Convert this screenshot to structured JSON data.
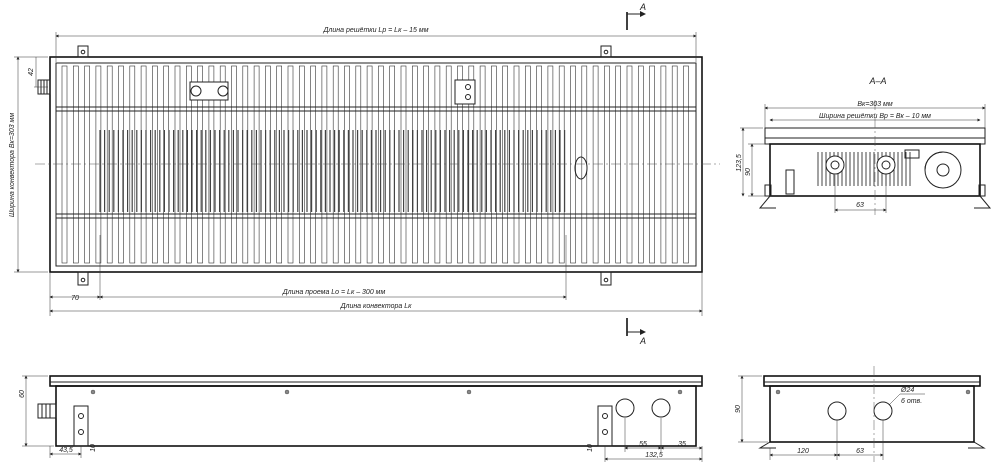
{
  "section_mark": "A",
  "section_title": "A–A",
  "plan": {
    "dim_grille_length": "Длина решётки Lр = Lк – 15 мм",
    "dim_opening_length": "Длина проема Lо = Lк – 300 мм",
    "dim_convector_length": "Длина конвектора Lк",
    "dim_width": "Ширина конвектора Bк=303 мм",
    "dim_42": "42",
    "dim_70": "70"
  },
  "section": {
    "dim_bk": "Вк=303 мм",
    "dim_grille_width": "Ширина решётки Вр = Вк – 10 мм",
    "dim_90": "90",
    "dim_123": "123,5",
    "dim_63": "63"
  },
  "side_view": {
    "dim_60": "60",
    "dim_43": "43,5",
    "dim_10a": "10",
    "dim_10b": "10",
    "dim_55": "55",
    "dim_35": "35",
    "dim_132": "132,5"
  },
  "end_view": {
    "dim_90": "90",
    "dim_diam": "Ø24",
    "dim_holes": "6 отв.",
    "dim_120": "120",
    "dim_63": "63"
  }
}
